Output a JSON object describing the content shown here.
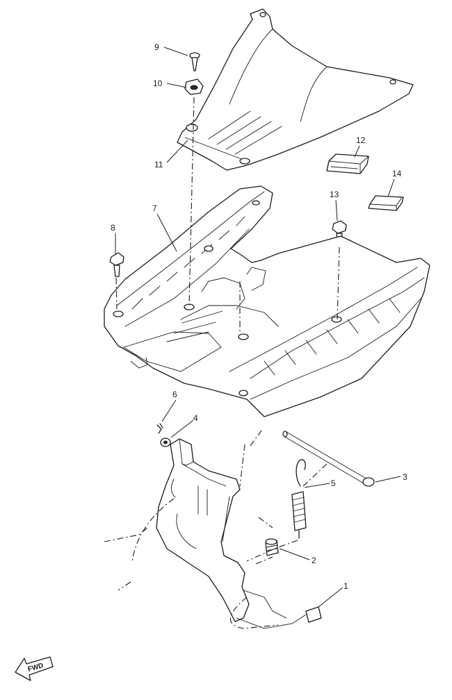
{
  "callouts": [
    {
      "id": "1",
      "text": "1"
    },
    {
      "id": "2",
      "text": "2"
    },
    {
      "id": "3",
      "text": "3"
    },
    {
      "id": "4",
      "text": "4"
    },
    {
      "id": "5",
      "text": "5"
    },
    {
      "id": "6",
      "text": "6"
    },
    {
      "id": "7",
      "text": "7"
    },
    {
      "id": "8",
      "text": "8"
    },
    {
      "id": "9",
      "text": "9"
    },
    {
      "id": "10",
      "text": "10"
    },
    {
      "id": "11",
      "text": "11"
    },
    {
      "id": "12",
      "text": "12"
    },
    {
      "id": "13",
      "text": "13"
    },
    {
      "id": "14",
      "text": "14"
    }
  ],
  "direction_marker": {
    "text": "FWD",
    "icon": "fwd-arrow-icon"
  }
}
